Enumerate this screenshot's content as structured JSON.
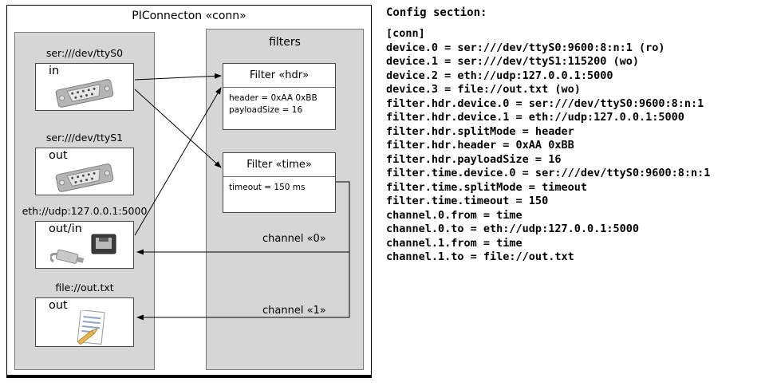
{
  "diagram": {
    "title": "PIConnecton «conn»",
    "filters_title": "filters",
    "devices": [
      {
        "label": "ser:///dev/ttyS0",
        "port": "in",
        "icon": "serial-connector-icon"
      },
      {
        "label": "ser:///dev/ttyS1",
        "port": "out",
        "icon": "serial-connector-icon"
      },
      {
        "label": "eth://udp:127.0.0.1:5000",
        "port": "out/in",
        "icon": "ethernet-port-icon"
      },
      {
        "label": "file://out.txt",
        "port": "out",
        "icon": "document-icon"
      }
    ],
    "filters": [
      {
        "title": "Filter «hdr»",
        "param1": "header = 0xAA 0xBB",
        "param2": "payloadSize = 16"
      },
      {
        "title": "Filter «time»",
        "param1": "timeout = 150 ms"
      }
    ],
    "channels": [
      {
        "label": "channel «0»"
      },
      {
        "label": "channel «1»"
      }
    ],
    "colors": {
      "panel_gray": "#d6d6d6",
      "box_border": "#4a4a4a",
      "outline": "#000000"
    }
  },
  "config": {
    "title": "Config section:",
    "lines": [
      "[conn]",
      "device.0 = ser:///dev/ttyS0:9600:8:n:1 (ro)",
      "device.1 = ser:///dev/ttyS1:115200 (wo)",
      "device.2 = eth://udp:127.0.0.1:5000",
      "device.3 = file://out.txt (wo)",
      "filter.hdr.device.0 = ser:///dev/ttyS0:9600:8:n:1",
      "filter.hdr.device.1 = eth://udp:127.0.0.1:5000",
      "filter.hdr.splitMode = header",
      "filter.hdr.header = 0xAA 0xBB",
      "filter.hdr.payloadSize = 16",
      "filter.time.device.0 = ser:///dev/ttyS0:9600:8:n:1",
      "filter.time.splitMode = timeout",
      "filter.time.timeout = 150",
      "channel.0.from = time",
      "channel.0.to = eth://udp:127.0.0.1:5000",
      "channel.1.from = time",
      "channel.1.to = file://out.txt"
    ]
  }
}
